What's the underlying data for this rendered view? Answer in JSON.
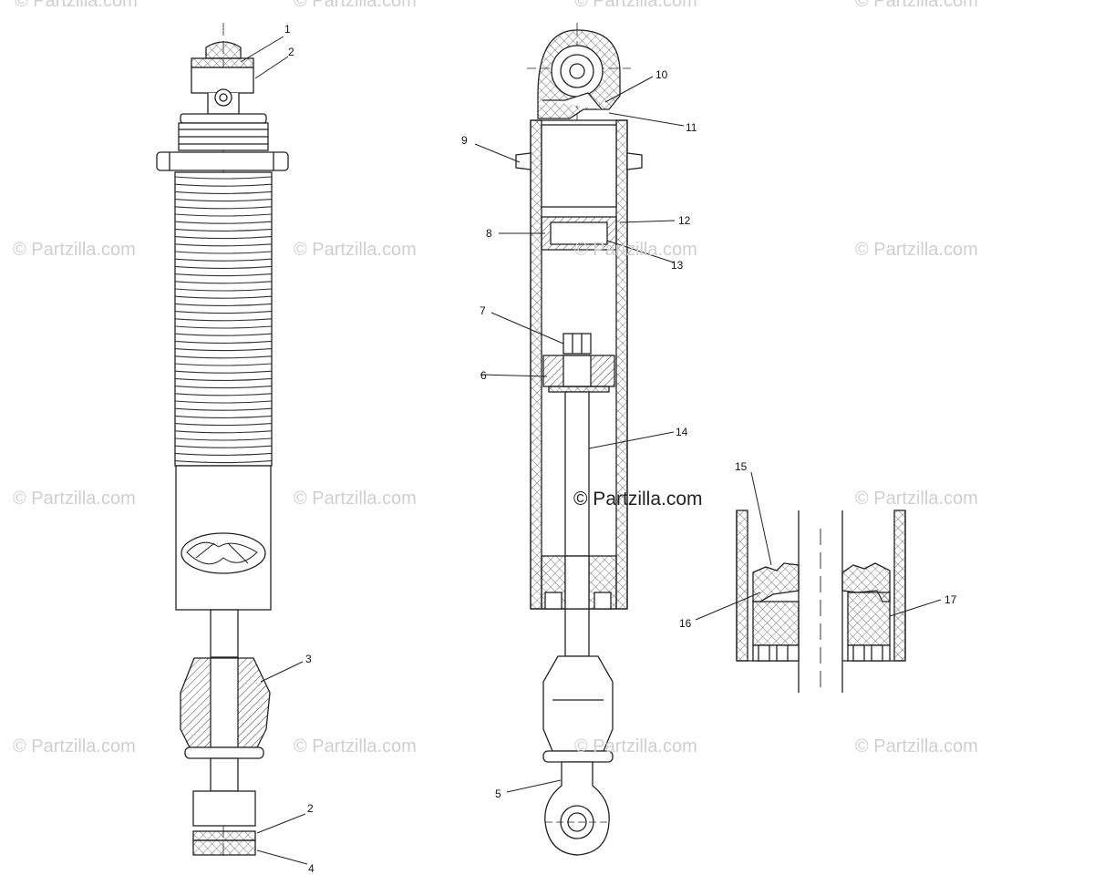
{
  "watermark": "© Partzilla.com",
  "center_watermark": "© Partzilla.com",
  "callouts": {
    "c1": "1",
    "c2a": "2",
    "c2b": "2",
    "c3": "3",
    "c4": "4",
    "c5": "5",
    "c6": "6",
    "c7": "7",
    "c8": "8",
    "c9": "9",
    "c10": "10",
    "c11": "11",
    "c12": "12",
    "c13": "13",
    "c14": "14",
    "c15": "15",
    "c16": "16",
    "c17": "17"
  },
  "colors": {
    "line": "#222222",
    "hatch": "#555555",
    "watermark": "#cfcfcf"
  }
}
